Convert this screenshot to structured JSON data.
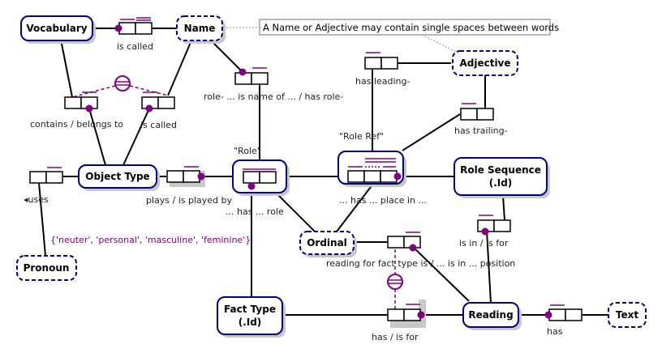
{
  "diagram": {
    "title": "ORM model: Vocabulary, Object Types, Roles and Readings",
    "entities": {
      "vocabulary": "Vocabulary",
      "name": "Name",
      "adjective": "Adjective",
      "object_type": "Object Type",
      "role": "\"Role\"",
      "role_ref": "\"Role Ref\"",
      "role_sequence_line1": "Role Sequence",
      "role_sequence_line2": "(.Id)",
      "pronoun": "Pronoun",
      "ordinal": "Ordinal",
      "fact_type_line1": "Fact Type",
      "fact_type_line2": "(.Id)",
      "reading": "Reading",
      "text": "Text"
    },
    "fact_labels": {
      "vocab_name": "is called",
      "vocab_contains": "contains / belongs to",
      "ot_called": "is called",
      "name_role": "role- ... is name of ... / has role-",
      "leading": "has leading-",
      "trailing": "has trailing-",
      "uses": "◂uses",
      "plays": "plays / is played by",
      "has_role": "... has ... role",
      "place_in": "... has ... place in ...",
      "is_in": "is in / is for",
      "reading_position": "reading for fact type is / ... is in ... position",
      "has_is_for": "has / is for",
      "has_text": "has"
    },
    "value_constraint": "{'neuter', 'personal', 'masculine', 'feminine'}",
    "note": "A Name or Adjective may contain single spaces between words",
    "colors": {
      "entity_border": "#000080",
      "constraint": "#800080",
      "line": "#000000",
      "shadow": "#c8c8c8",
      "note_border": "#a0a090"
    }
  }
}
